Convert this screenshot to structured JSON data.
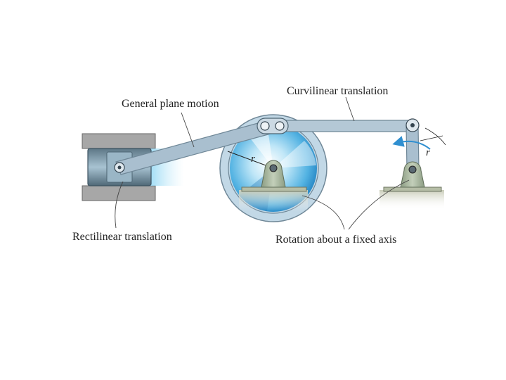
{
  "labels": {
    "general_plane_motion": "General plane motion",
    "curvilinear_translation": "Curvilinear translation",
    "rectilinear_translation": "Rectilinear translation",
    "rotation_fixed_axis": "Rotation about a fixed axis"
  },
  "symbols": {
    "wheel_radius": "r",
    "crank_radius": "r"
  },
  "colors": {
    "link": "#a9bfcf",
    "link_edge": "#6f8797",
    "steel_light": "#e9f4fb",
    "steel_mid": "#8fd0ee",
    "steel_dark": "#2a8bc4",
    "guide_gray": "#a7a7a7",
    "support": "#a5b49a",
    "arrow_accent": "#2f8fd0",
    "text": "#222222"
  }
}
